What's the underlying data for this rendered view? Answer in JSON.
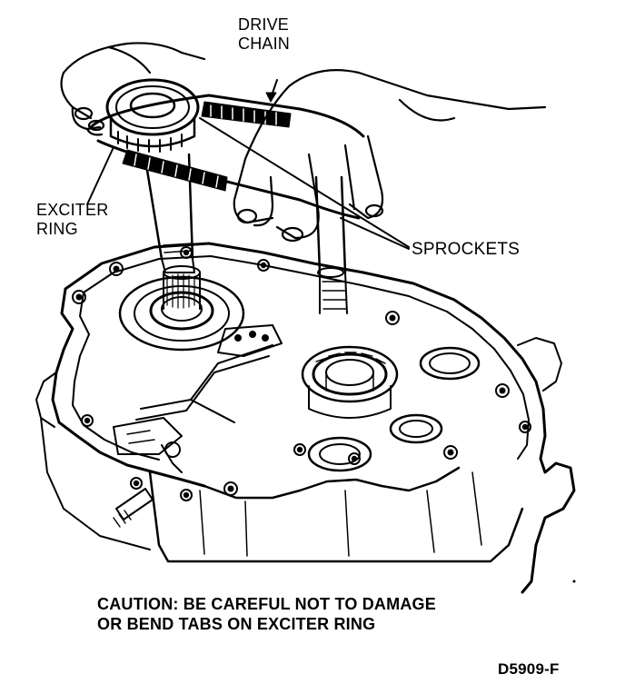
{
  "labels": {
    "drive_chain": [
      "DRIVE",
      "CHAIN"
    ],
    "exciter_ring": [
      "EXCITER",
      "RING"
    ],
    "sprockets": "SPROCKETS"
  },
  "caption": [
    "CAUTION: BE CAREFUL NOT TO DAMAGE",
    "OR BEND TABS ON EXCITER RING"
  ],
  "figure_id": "D5909-F",
  "colors": {
    "ink": "#000000",
    "paper": "#ffffff"
  }
}
